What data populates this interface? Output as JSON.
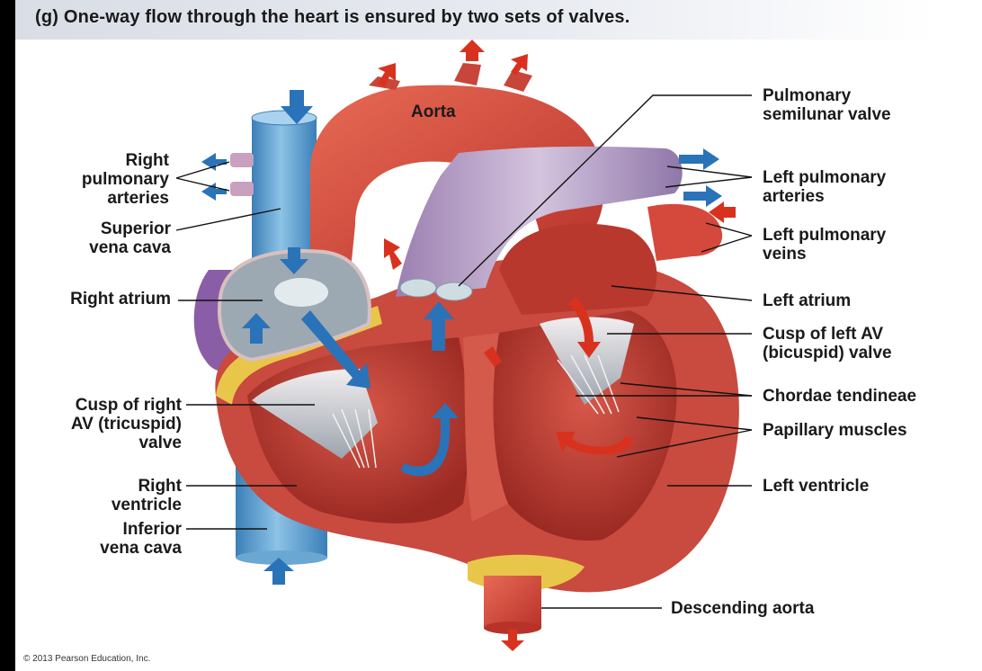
{
  "title": {
    "tag": "(g)",
    "text": "One-way flow through the heart  is ensured by two sets of valves."
  },
  "labels": {
    "right_pulmonary_arteries": [
      "Right",
      "pulmonary",
      "arteries"
    ],
    "superior_vena_cava": [
      "Superior",
      "vena cava"
    ],
    "right_atrium": "Right atrium",
    "cusp_right_av": [
      "Cusp of right",
      "AV (tricuspid)",
      "valve"
    ],
    "right_ventricle": [
      "Right",
      "ventricle"
    ],
    "inferior_vena_cava": [
      "Inferior",
      "vena cava"
    ],
    "aorta": "Aorta",
    "pulmonary_semilunar_valve": [
      "Pulmonary",
      "semilunar valve"
    ],
    "left_pulmonary_arteries": [
      "Left pulmonary",
      "arteries"
    ],
    "left_pulmonary_veins": [
      "Left pulmonary",
      "veins"
    ],
    "left_atrium": "Left atrium",
    "cusp_left_av": [
      "Cusp of left AV",
      "(bicuspid) valve"
    ],
    "chordae_tendineae": "Chordae tendineae",
    "papillary_muscles": "Papillary muscles",
    "left_ventricle": "Left ventricle",
    "descending_aorta": "Descending aorta"
  },
  "copyright": "© 2013 Pearson Education, Inc.",
  "colors": {
    "oxygenated": "#d9412f",
    "deoxygenated": "#3f86c4",
    "vessel_blue": "#5aa0cf",
    "muscle": "#c94a3f",
    "fat": "#e8c64a",
    "valve": "#dfe6ea",
    "arrow_blue": "#2a73b8",
    "arrow_red": "#d8321f"
  }
}
